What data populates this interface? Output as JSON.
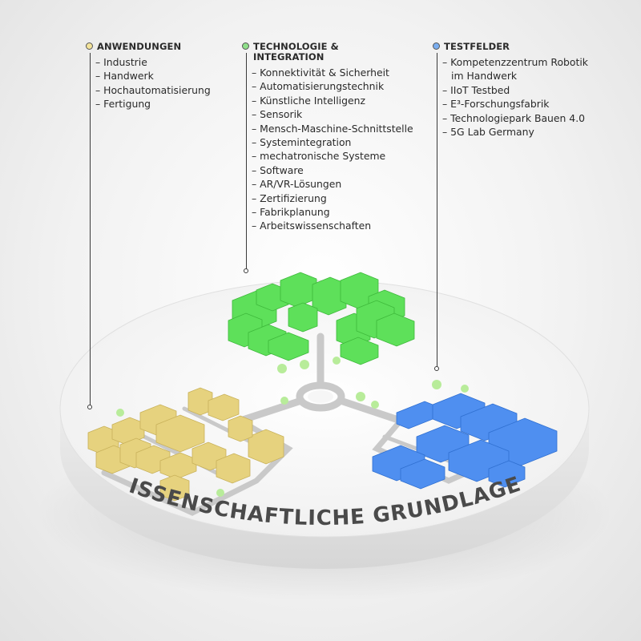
{
  "columns": {
    "anwendungen": {
      "title_lines": [
        "ANWENDUNGEN"
      ],
      "dot_color": "#f3e39a",
      "items": [
        "Industrie",
        "Handwerk",
        "Hochautomatisierung",
        "Fertigung"
      ]
    },
    "technologie": {
      "title_lines": [
        "TECHNOLOGIE &",
        "INTEGRATION"
      ],
      "dot_color": "#8fe08a",
      "items": [
        "Konnektivität & Sicherheit",
        "Automatisierungstechnik",
        "Künstliche Intelligenz",
        "Sensorik",
        "Mensch-Maschine-Schnittstelle",
        "Systemintegration",
        "mechatronische Systeme",
        "Software",
        "AR/VR-Lösungen",
        "Zertifizierung",
        "Fabrikplanung",
        "Arbeitswissenschaften"
      ]
    },
    "testfelder": {
      "title_lines": [
        "TESTFELDER"
      ],
      "dot_color": "#7aaef0",
      "items": [
        "Kompetenzzentrum Robotik",
        "im Handwerk",
        "IIoT Testbed",
        "E³-Forschungsfabrik",
        "Technologiepark Bauen 4.0",
        "5G Lab Germany"
      ]
    }
  },
  "platform": {
    "label": "WISSENSCHAFTLICHE GRUNDLAGEN"
  },
  "colors": {
    "yellow_district": "#e6d27e",
    "green_district": "#5ee05a",
    "blue_district": "#4f8ff0",
    "road": "#cfcfcf",
    "platform_top": "#f6f6f6",
    "platform_side": "#e4e4e4"
  }
}
